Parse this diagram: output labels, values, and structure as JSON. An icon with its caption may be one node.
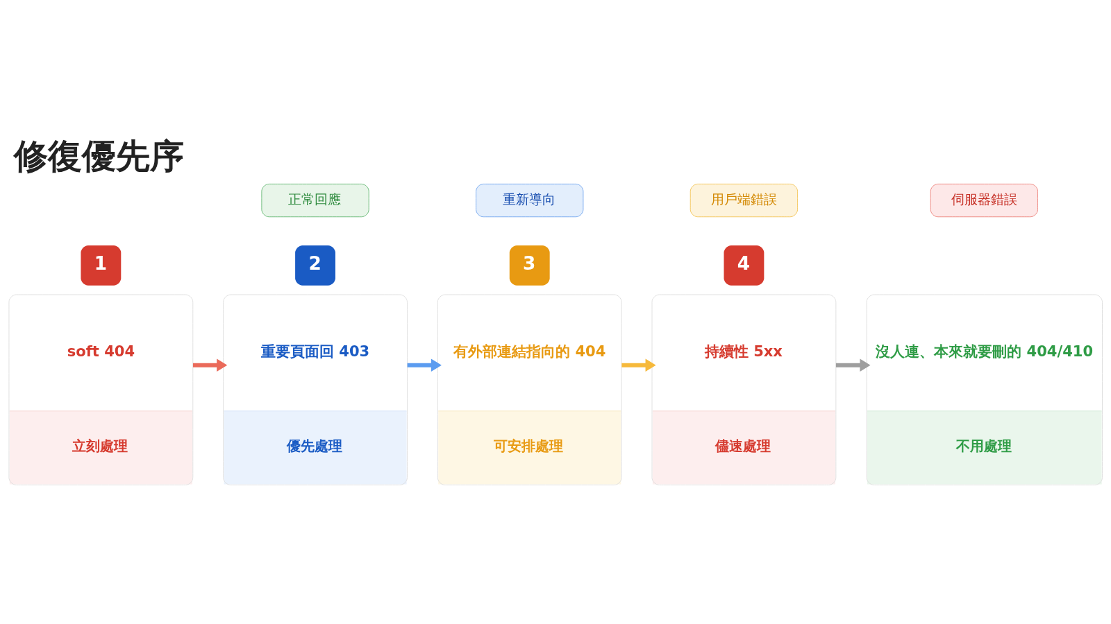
{
  "diagram": {
    "title": "修復優先序",
    "nodes": [
      {
        "text": [
          "soft 404",
          "立刻處理"
        ],
        "beside": [
          "1"
        ]
      },
      {
        "text": [
          "重要頁面回 403",
          "優先處理"
        ],
        "beside": [
          "2"
        ]
      },
      {
        "text": [
          "有外部連結指向的 404",
          "可安排處理"
        ],
        "beside": [
          "3"
        ]
      },
      {
        "text": [
          "持續性 5xx",
          "儘速處理"
        ],
        "beside": [
          "4"
        ]
      },
      {
        "text": [
          "沒人連、本來就要刪的 404/410",
          "不用處理"
        ]
      }
    ],
    "edges": [
      {
        "from": 0,
        "to": 1,
        "arrow": "to",
        "color": "#ea6a5a"
      },
      {
        "from": 1,
        "to": 2,
        "arrow": "to",
        "color": "#5b9cf0"
      },
      {
        "from": 2,
        "to": 3,
        "arrow": "to",
        "color": "#f6b93b"
      },
      {
        "from": 3,
        "to": 4,
        "arrow": "to",
        "color": "#9e9e9e"
      }
    ],
    "legend": [
      {
        "text": "正常回應",
        "color": "#e8f5e9"
      },
      {
        "text": "重新導向",
        "color": "#e3eefc"
      },
      {
        "text": "用戶端錯誤",
        "color": "#fdf3dc"
      },
      {
        "text": "伺服器錯誤",
        "color": "#fde8e8"
      }
    ]
  }
}
